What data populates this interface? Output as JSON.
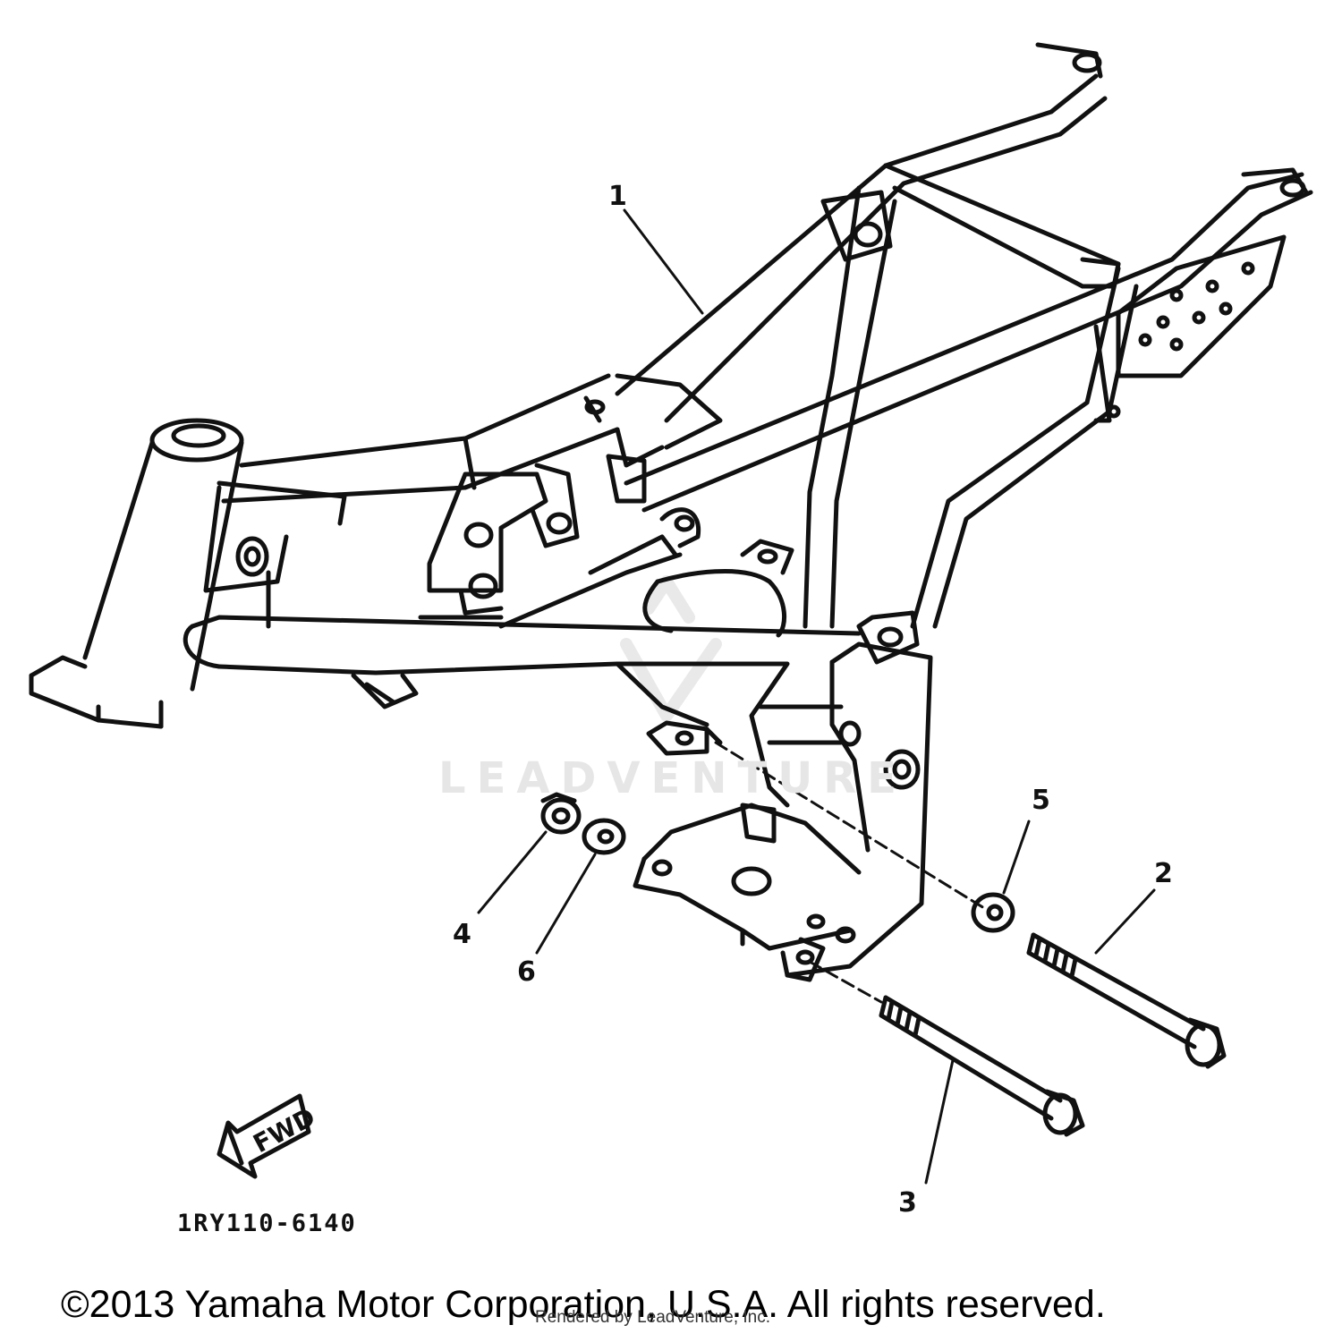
{
  "callouts": {
    "c1": "1",
    "c2": "2",
    "c3": "3",
    "c4": "4",
    "c5": "5",
    "c6": "6"
  },
  "fwd_arrow_label": "FWD",
  "part_code": "1RY110-6140",
  "watermark": "LEADVENTURE",
  "copyright": "©2013 Yamaha Motor Corporation, U.S.A. All rights reserved.",
  "rendered_by": "Rendered by LeadVenture, Inc."
}
